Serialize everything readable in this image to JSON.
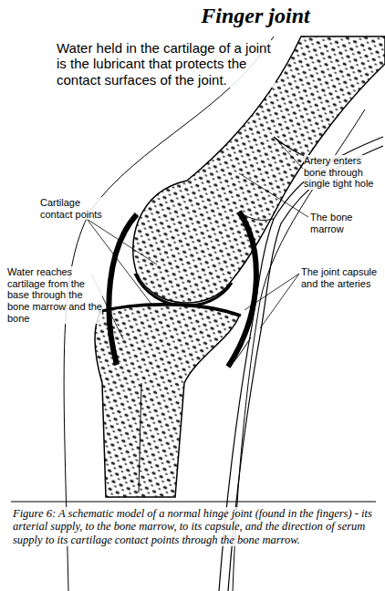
{
  "diagram": {
    "title": "Finger joint",
    "caption": "Figure 6: A schematic model of a normal hinge joint (found in the fingers) - its arterial supply, to the bone marrow, to its capsule, and the direction of serum supply to its cartilage contact points through the bone marrow.",
    "labels": [
      "Water held in the cartilage of a joint is the lubricant that protects the contact surfaces of the joint.",
      "Artery enters bone through single tight hole",
      "Cartilage contact points",
      "The bone marrow",
      "Water reaches cartilage from the base through the bone marrow and the bone",
      "The joint capsule and the arteries"
    ]
  }
}
